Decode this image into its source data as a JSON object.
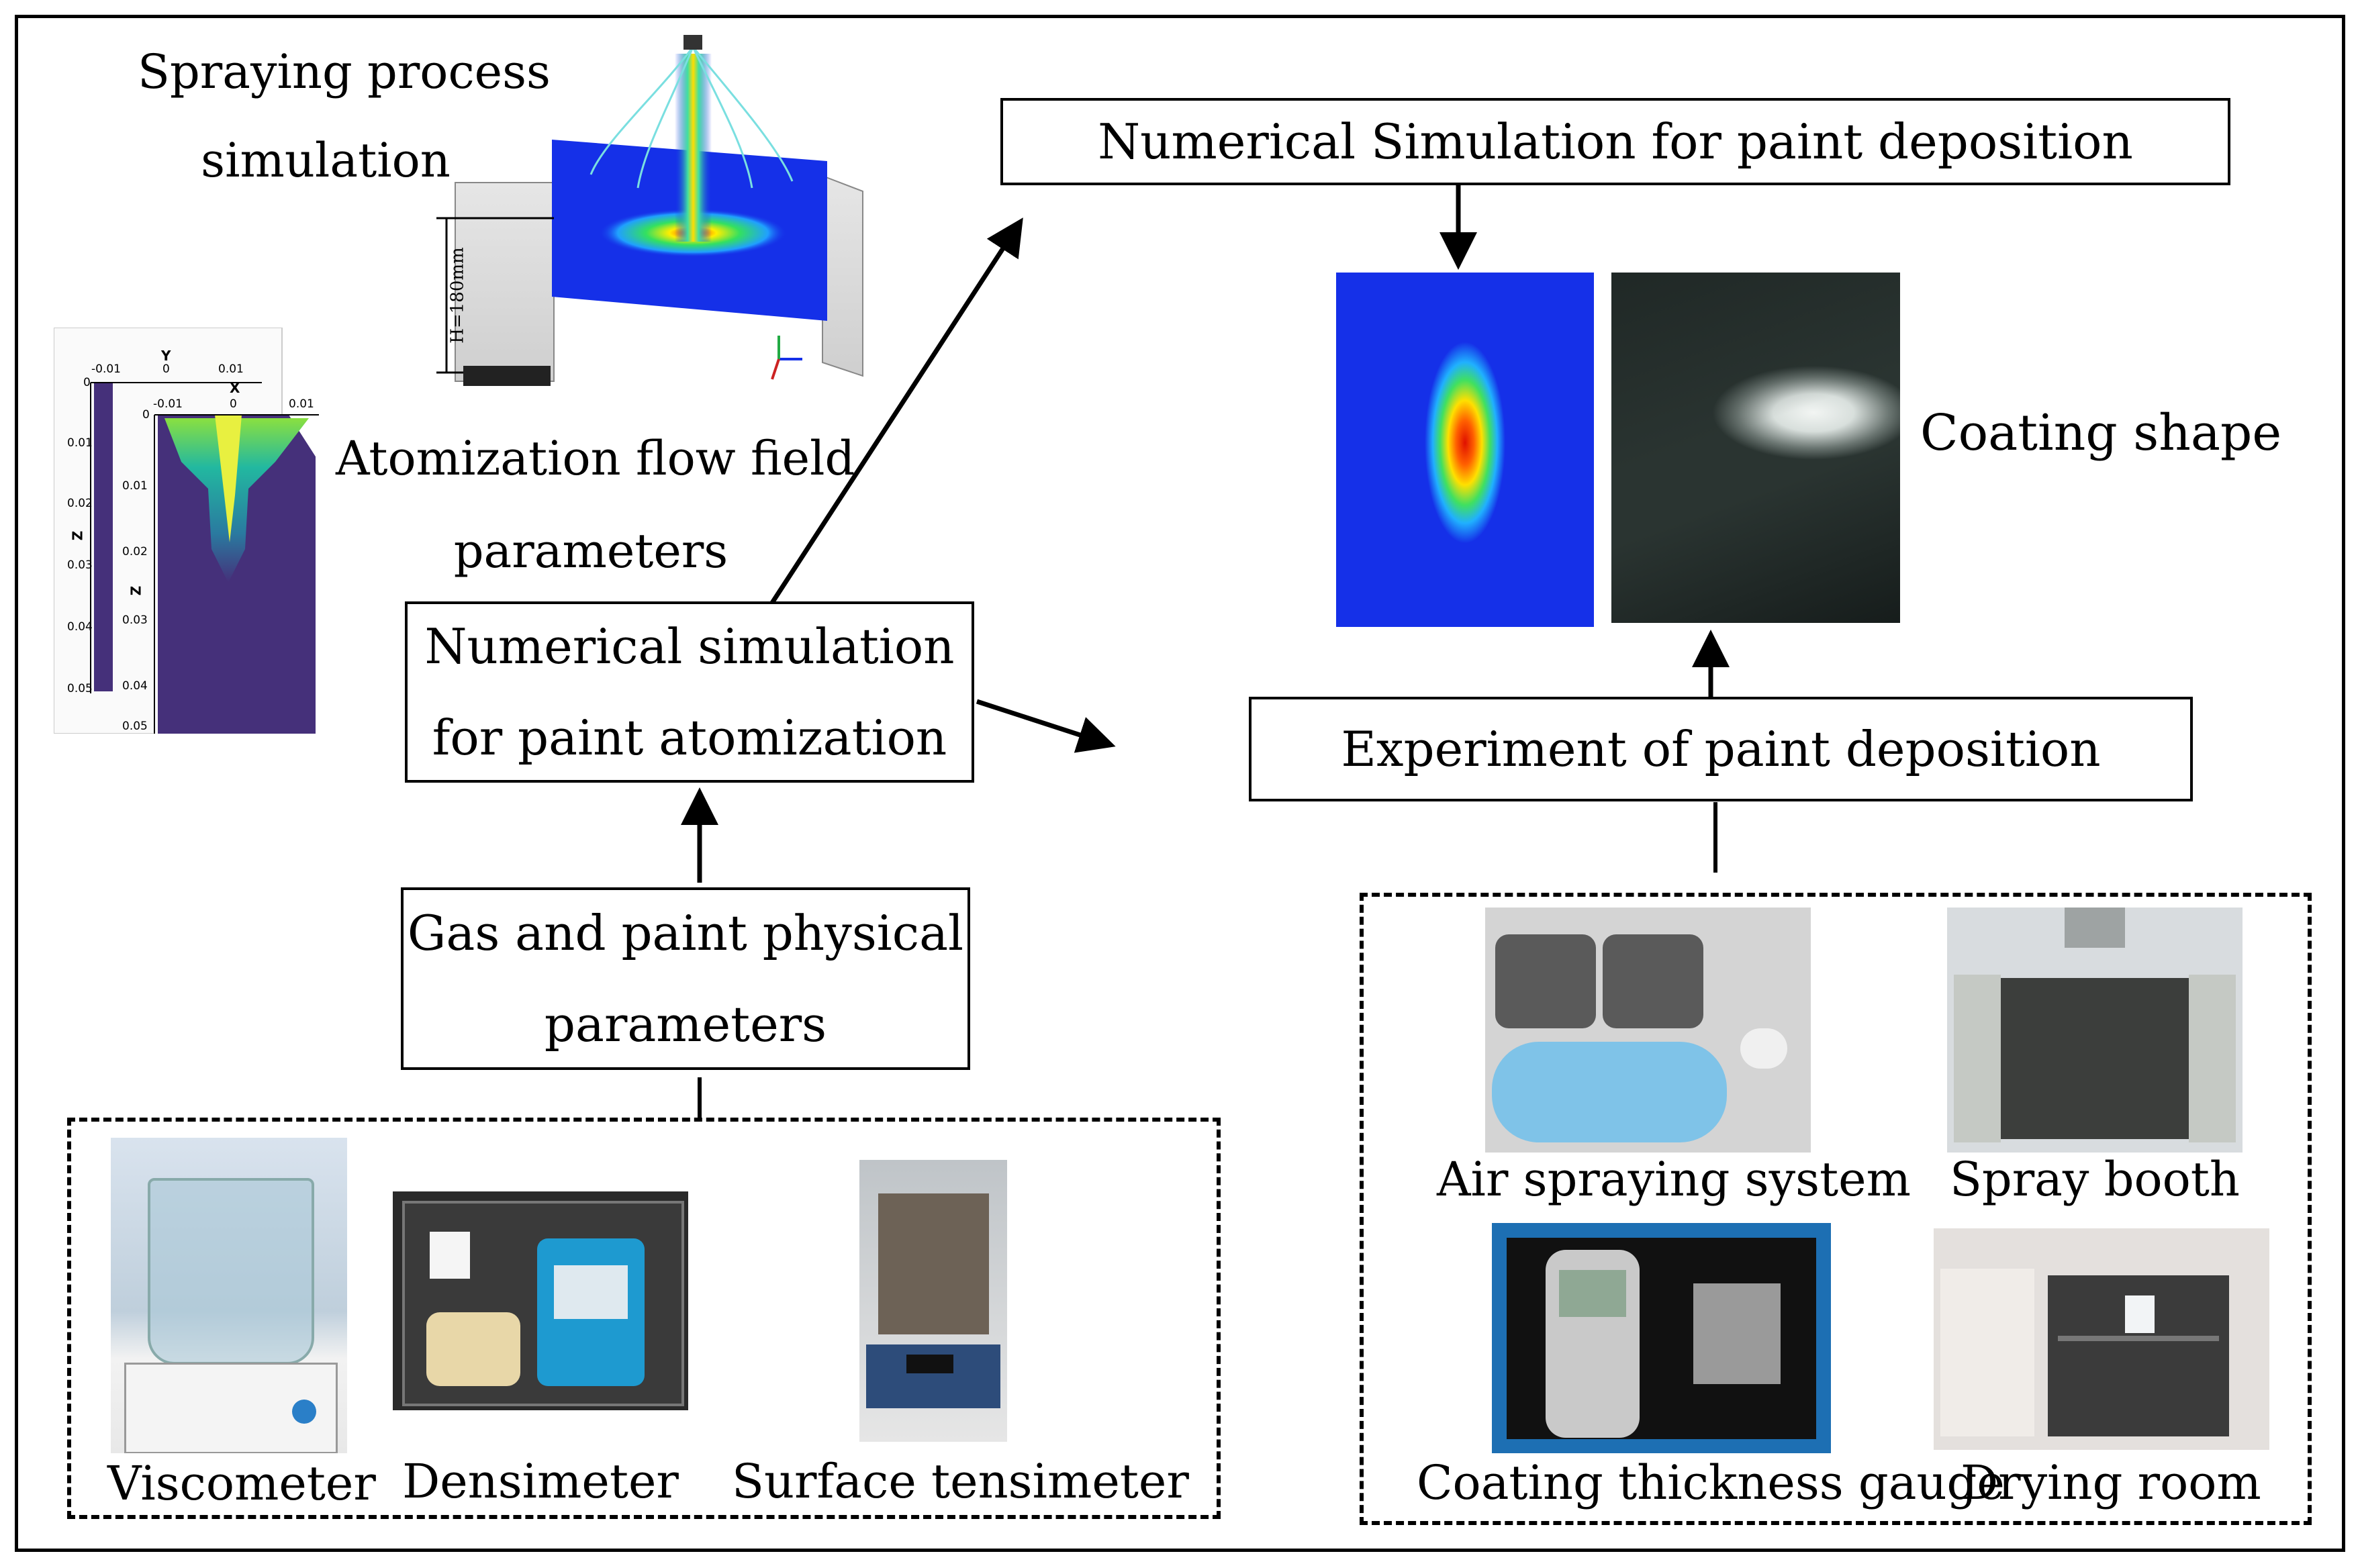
{
  "labels": {
    "spraying_line1": "Spraying process",
    "spraying_line2": "simulation",
    "atomization_line1": "Atomization flow field",
    "atomization_line2": "parameters",
    "coating_shape": "Coating shape"
  },
  "boxes": {
    "sim_deposition": "Numerical Simulation for paint deposition",
    "sim_atomization_line1": "Numerical simulation",
    "sim_atomization_line2": "for paint atomization",
    "experiment": "Experiment of paint deposition",
    "physical_line1": "Gas and paint physical",
    "physical_line2": "parameters"
  },
  "left_instruments": [
    "Viscometer",
    "Densimeter",
    "Surface tensimeter"
  ],
  "right_equipment": [
    "Air spraying system",
    "Spray booth",
    "Coating thickness gauge",
    "Drying room"
  ],
  "spray_sim": {
    "height_label": "H=180mm"
  },
  "flow_plot": {
    "y_axis_title": "Y",
    "y_ticks": [
      "-0.01",
      "0",
      "0.01"
    ],
    "x_axis_title": "X",
    "x_ticks": [
      "-0.01",
      "0",
      "0.01"
    ],
    "z_axis_title": "Z",
    "z_ticks_back": [
      "0",
      "0.01",
      "0.02",
      "0.03",
      "0.04",
      "0.05"
    ],
    "z_ticks_front": [
      "0",
      "0.01",
      "0.02",
      "0.03",
      "0.04",
      "0.05"
    ]
  },
  "colors": {
    "sim_blue": "#1530e8",
    "flow_purple": "#45307a",
    "stroke": "#000000"
  }
}
